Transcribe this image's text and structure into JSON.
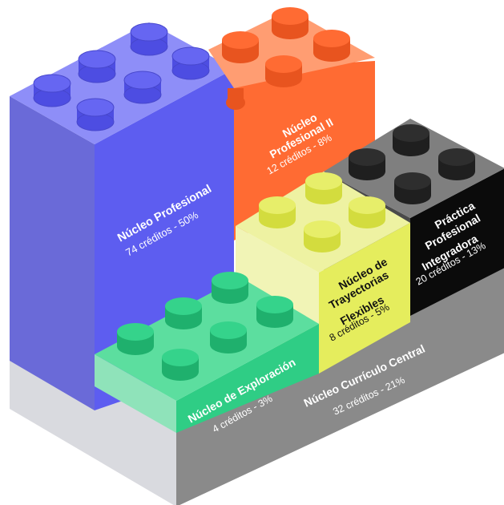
{
  "blocks": {
    "profesional": {
      "name": "Núcleo Profesional",
      "credits": "74 créditos - 50%"
    },
    "profesional2": {
      "name_line1": "Núcleo",
      "name_line2": "Profesional II",
      "credits": "12 créditos - 8%"
    },
    "practica": {
      "name_line1": "Práctica",
      "name_line2": "Profesional",
      "name_line3": "Integradora",
      "credits": "20 créditos - 13%"
    },
    "trayectorias": {
      "name_line1": "Núcleo de",
      "name_line2": "Trayectorias",
      "name_line3": "Flexibles",
      "credits": "8 créditos - 5%"
    },
    "exploracion": {
      "name": "Núcleo de Exploración",
      "credits": "4 créditos - 3%"
    },
    "central": {
      "name": "Núcleo Currículo Central",
      "credits": "32 créditos - 21%"
    }
  },
  "colors": {
    "profesional": "#5e5ef0",
    "profesional2": "#ff6a35",
    "practica": "#111111",
    "trayectorias": "#e7ee6a",
    "exploracion": "#2fcd85",
    "central": "#8c8c8c"
  }
}
